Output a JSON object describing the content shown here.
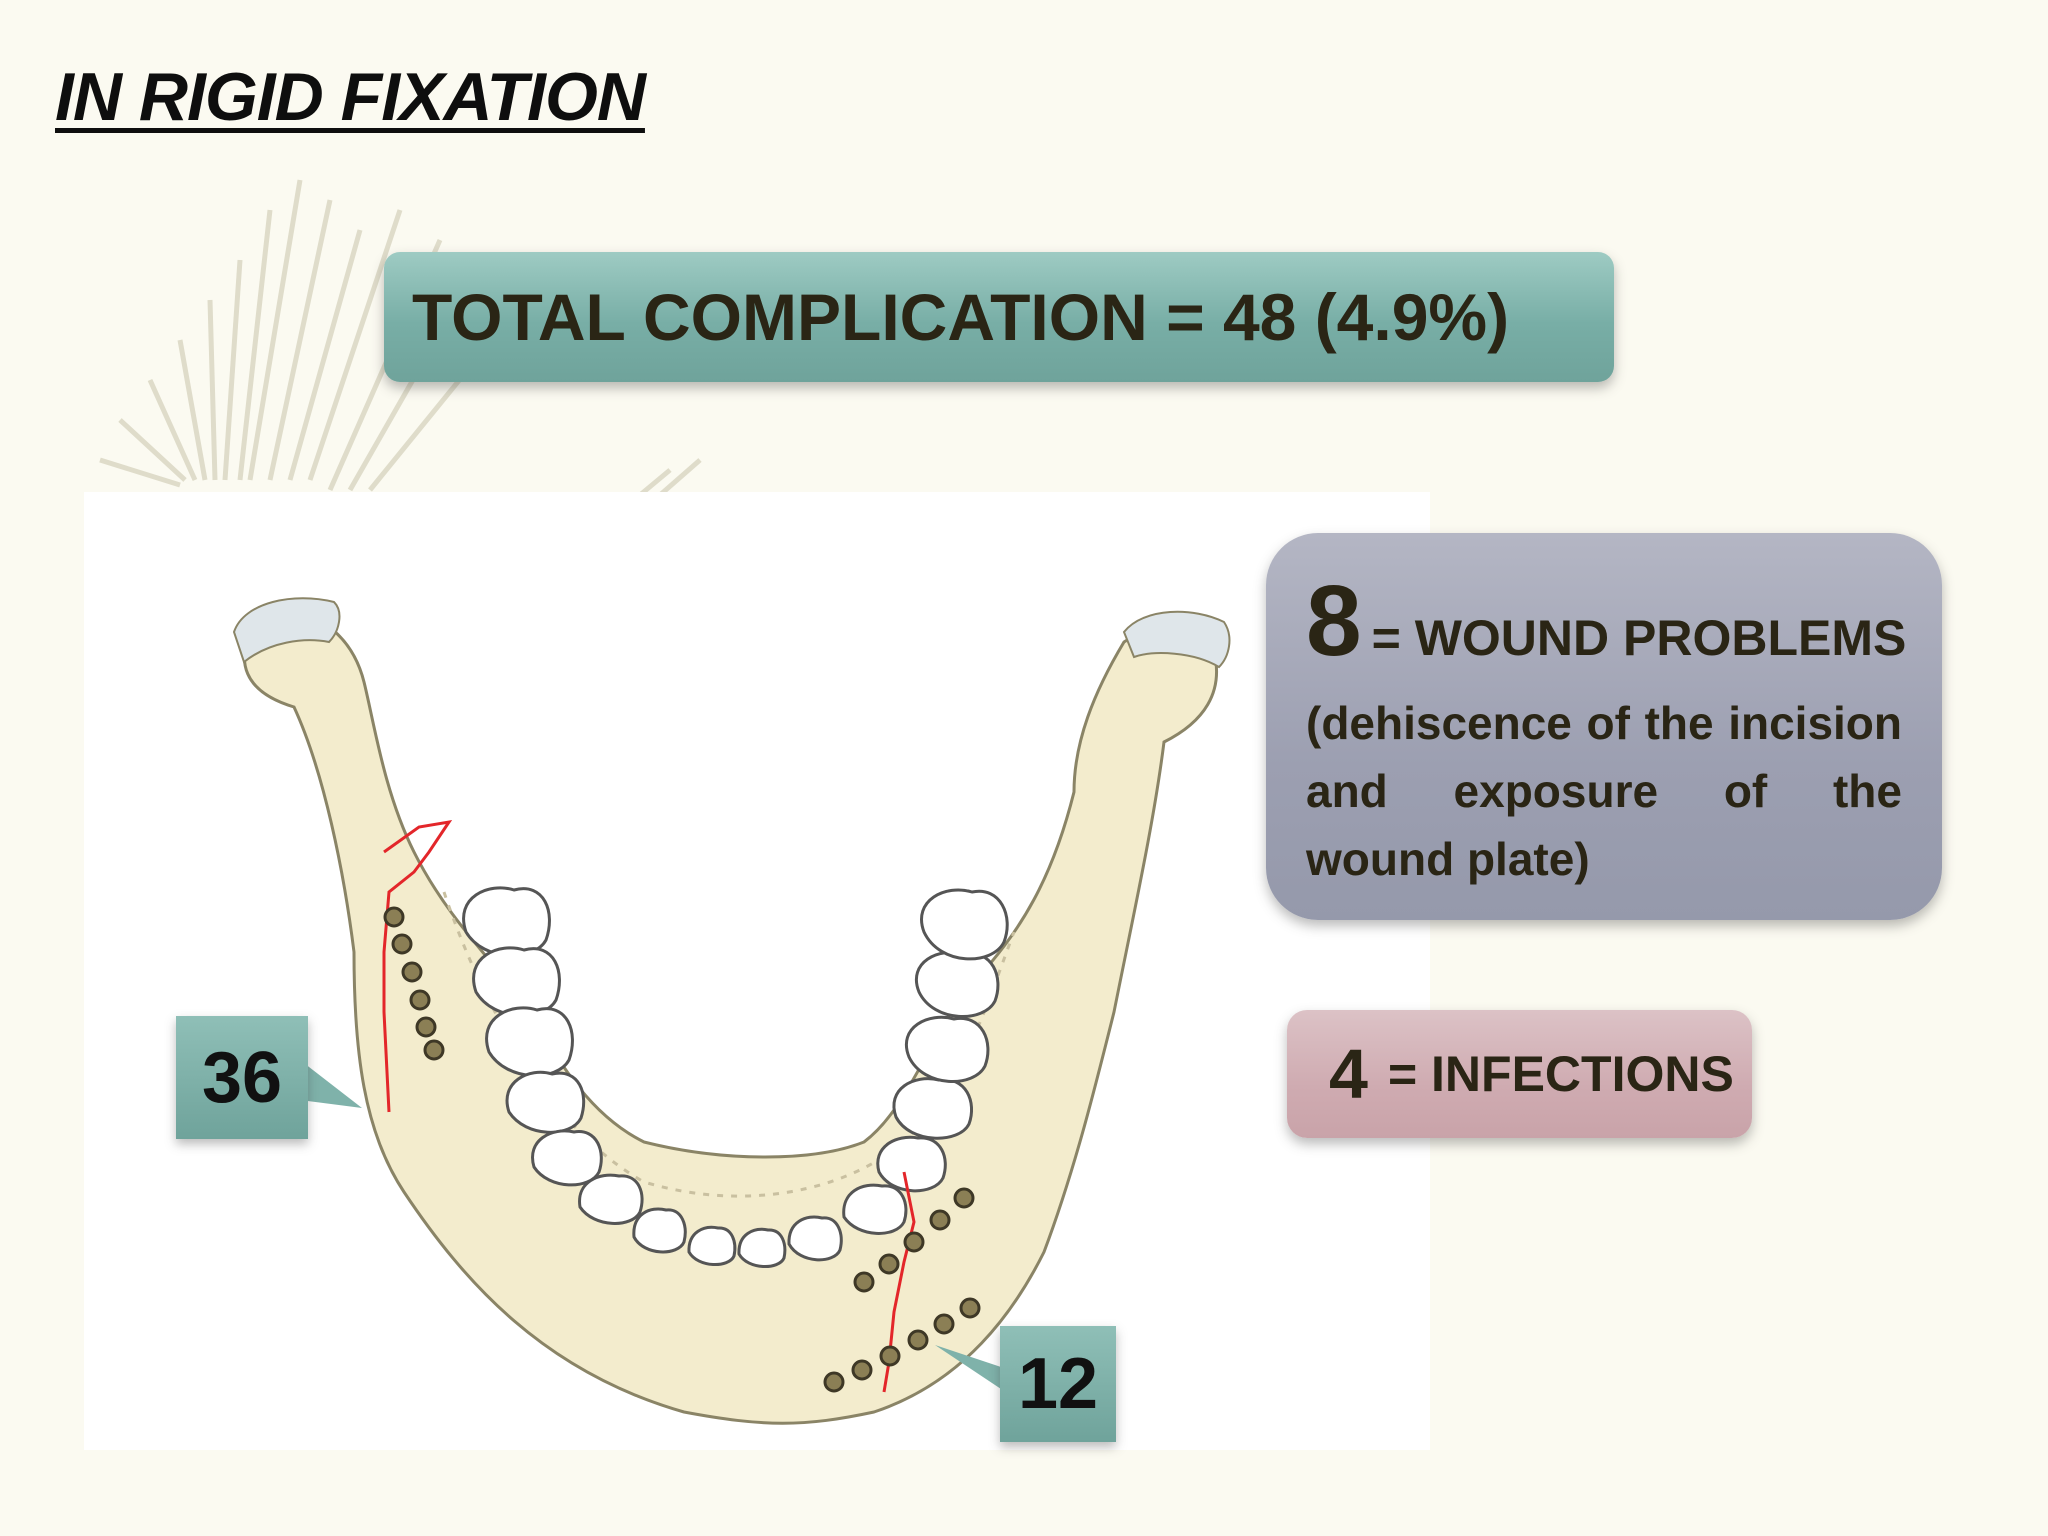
{
  "slide": {
    "title": "IN RIGID FIXATION"
  },
  "total": {
    "text": "TOTAL COMPLICATION = 48 (4.9%)"
  },
  "wound": {
    "number": "8",
    "label": "= WOUND PROBLEMS",
    "detail": "(dehiscence of the incision and exposure of the wound plate)"
  },
  "infection": {
    "number": "4",
    "label": "= INFECTIONS"
  },
  "callouts": {
    "left": "36",
    "right": "12"
  },
  "colors": {
    "total_box": "#78aea6",
    "wound_box": "#9c9fb1",
    "infection_box": "#cfabb1",
    "callout": "#6fa39b",
    "fracture_line": "#e3262a",
    "bone": "#f3eccd"
  }
}
